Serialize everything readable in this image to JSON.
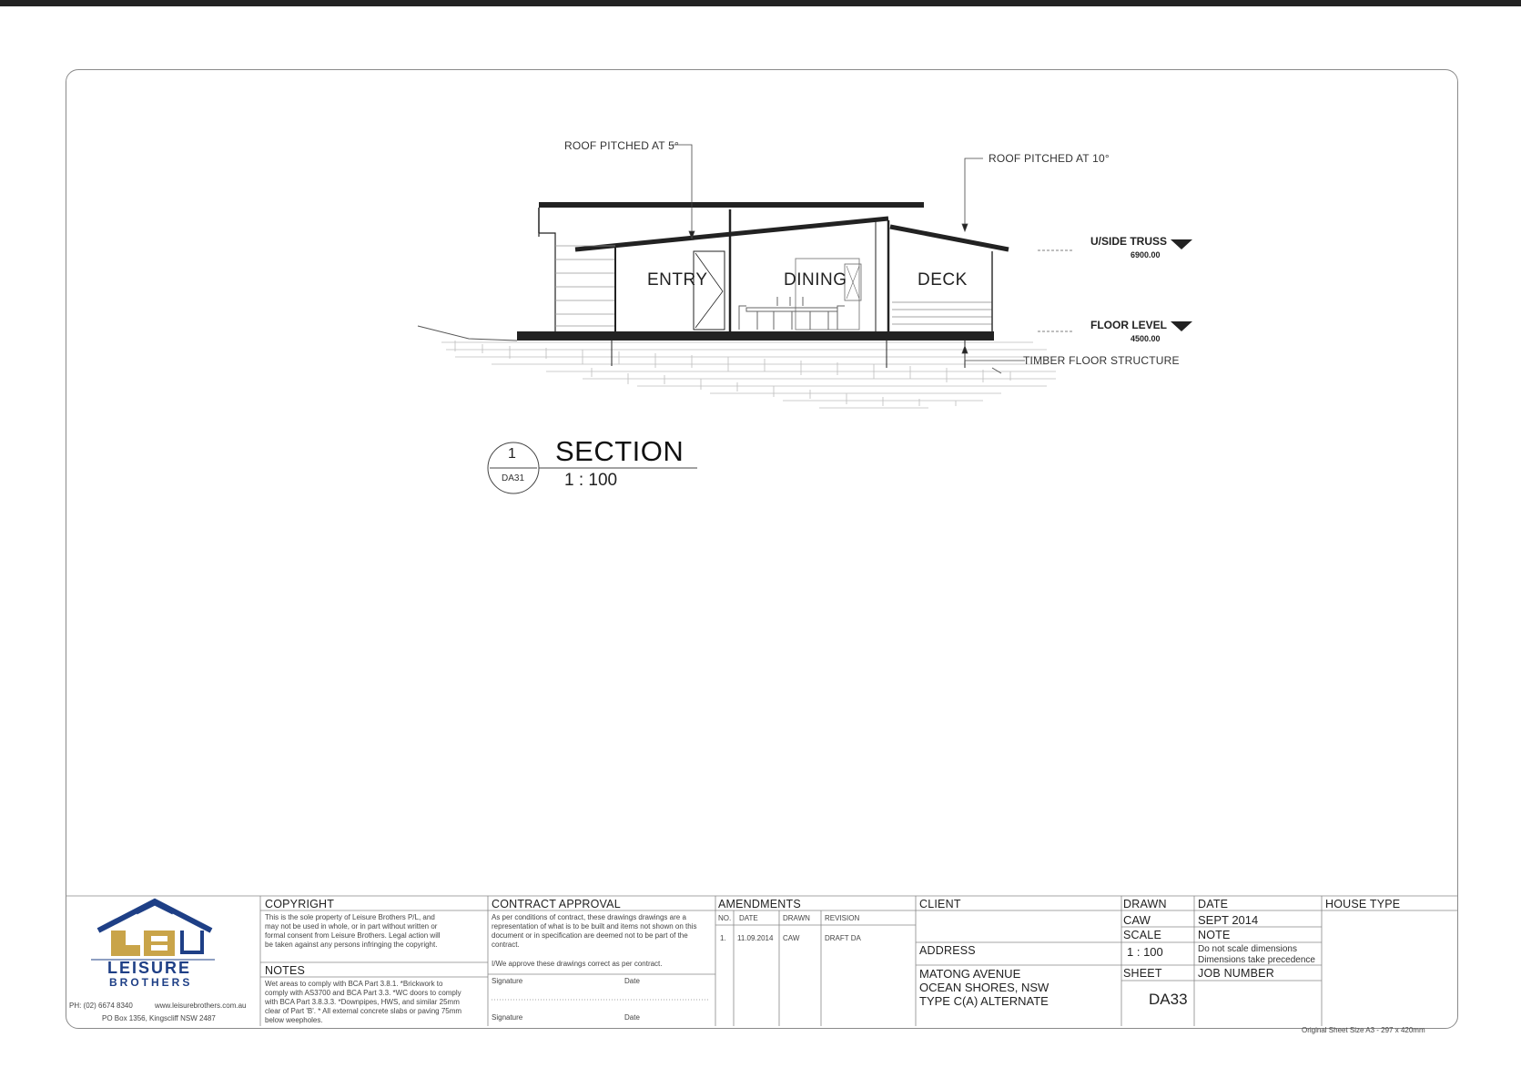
{
  "drawing": {
    "annotations": {
      "roof_5": "ROOF PITCHED AT 5°",
      "roof_10": "ROOF PITCHED AT 10°",
      "timber": "TIMBER FLOOR STRUCTURE"
    },
    "rooms": {
      "entry": "ENTRY",
      "dining": "DINING",
      "deck": "DECK"
    },
    "levels": [
      {
        "name": "U/SIDE TRUSS",
        "value": "6900.00"
      },
      {
        "name": "FLOOR LEVEL",
        "value": "4500.00"
      }
    ],
    "section": {
      "number": "1",
      "sheet_ref": "DA31",
      "title": "SECTION",
      "scale": "1 : 100"
    }
  },
  "title_block": {
    "logo": {
      "letters": "LB",
      "word": "LEISURE",
      "sub": "BROTHERS"
    },
    "contact": {
      "phone": "PH: (02) 6674 8340",
      "web": "www.leisurebrothers.com.au",
      "po": "PO Box 1356, Kingscliff NSW 2487"
    },
    "copyright": {
      "heading": "COPYRIGHT",
      "text": "This is the sole property of Leisure Brothers P/L, and may not be used in whole, or in part without written or formal consent from Leisure Brothers. Legal action will be taken against any persons infringing the copyright."
    },
    "notes": {
      "heading": "NOTES",
      "text": "Wet areas to comply with BCA Part 3.8.1. *Brickwork to comply with AS3700 and BCA Part 3.3. *WC doors to comply with BCA Part 3.8.3.3. *Downpipes, HWS, and similar 25mm clear of Part 'B'. * All external concrete slabs or paving 75mm below weepholes."
    },
    "contract": {
      "heading": "CONTRACT APPROVAL",
      "text": "As per conditions of contract, these drawings drawings are a representation of what is to be built and items not shown on this document or in specification are deemed not to be part of the contract.",
      "approve": "I/We approve these drawings correct as per contract.",
      "signature": "Signature",
      "date": "Date"
    },
    "amendments": {
      "heading": "AMENDMENTS",
      "columns": [
        "NO.",
        "DATE",
        "DRAWN",
        "REVISION"
      ],
      "rows": [
        {
          "no": "1.",
          "date": "11.09.2014",
          "drawn": "CAW",
          "revision": "DRAFT DA"
        }
      ]
    },
    "client": {
      "heading": "CLIENT",
      "address_heading": "ADDRESS",
      "address_lines": [
        "MATONG AVENUE",
        "OCEAN SHORES, NSW",
        "TYPE C(A) ALTERNATE"
      ]
    },
    "drawn": {
      "label": "DRAWN",
      "value": "CAW"
    },
    "date": {
      "label": "DATE",
      "value": "SEPT 2014"
    },
    "scale": {
      "label": "SCALE",
      "value": "1 : 100"
    },
    "note": {
      "label": "NOTE",
      "lines": [
        "Do not scale dimensions",
        "Dimensions take precedence"
      ]
    },
    "sheet": {
      "label": "SHEET",
      "value": "DA33"
    },
    "job": {
      "label": "JOB NUMBER",
      "value": ""
    },
    "house_type": {
      "label": "HOUSE TYPE",
      "value": ""
    },
    "sheet_size": "Original Sheet Size A3 - 297 x 420mm"
  }
}
